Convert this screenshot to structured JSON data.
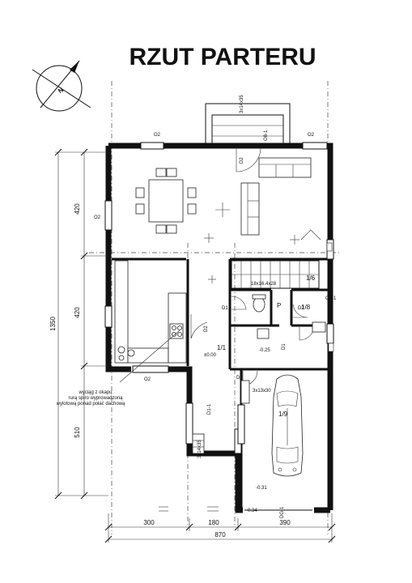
{
  "title": "RZUT PARTERU",
  "window_labels": [
    "O2",
    "O2",
    "O2",
    "O2",
    "O8-1",
    "O8-1"
  ],
  "door_labels": [
    "D1",
    "D1",
    "D1",
    "D2",
    "D2",
    "D2",
    "D1-1",
    "DG-1"
  ],
  "room_labels": [
    "1/6",
    "1/8",
    "1/9",
    "1/1",
    "P"
  ],
  "stairs": [
    "18x16.4x28",
    "3x14x35",
    "3x13x30",
    "3x14x35"
  ],
  "level_marks": [
    "±0.00",
    "-0.25",
    "-0.31",
    "-0.34"
  ],
  "note": [
    "wyciąg z okapu",
    "rurą spiro wyprowadzoną",
    "wylotową ponad połać dachową"
  ],
  "dimensions": {
    "left": [
      "420",
      "420",
      "1350",
      "510"
    ],
    "bottom": [
      "300",
      "180",
      "390",
      "870"
    ]
  },
  "icons": [
    "north-arrow-icon"
  ]
}
